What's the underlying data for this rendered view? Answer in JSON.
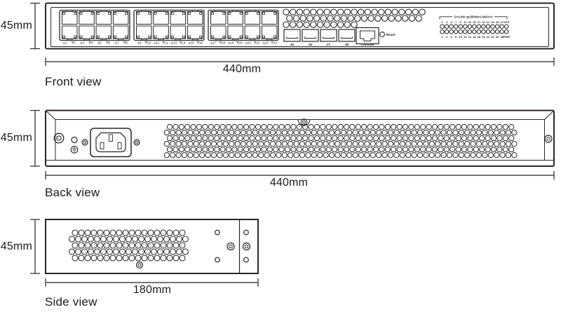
{
  "colors": {
    "line": "#2b2526",
    "background": "#ffffff",
    "text": "#1d1a1b"
  },
  "views": {
    "front": {
      "title": "Front view",
      "height_label": "45mm",
      "width_label": "440mm"
    },
    "back": {
      "title": "Back view",
      "height_label": "45mm",
      "width_label": "440mm"
    },
    "side": {
      "title": "Side view",
      "height_label": "45mm",
      "width_label": "180mm"
    }
  },
  "front_panel": {
    "port_labels": [
      "Δ1",
      "∇2",
      "Δ3",
      "∇4",
      "Δ5",
      "∇6",
      "Δ7",
      "∇8",
      "Δ9",
      "∇10",
      "Δ11",
      "∇12",
      "Δ13",
      "∇14",
      "Δ15",
      "∇16",
      "Δ17",
      "∇18",
      "Δ19",
      "∇20",
      "Δ21",
      "∇22",
      "Δ23",
      "∇24"
    ],
    "sfp_labels": [
      "25",
      "26",
      "27",
      "28"
    ],
    "console_label": "Console",
    "reset_label": "Reset",
    "led_panel": {
      "header": "G=Link up,Blink=Link/Act",
      "top_labels": [
        "1",
        "3",
        "5",
        "7",
        "9",
        "11",
        "13",
        "15",
        "17",
        "19",
        "21",
        "23",
        "25",
        "27",
        "SYS"
      ],
      "bottom_labels": [
        "2",
        "4",
        "6",
        "8",
        "10",
        "12",
        "14",
        "16",
        "18",
        "20",
        "22",
        "24",
        "26",
        "28",
        "PWR"
      ]
    }
  }
}
